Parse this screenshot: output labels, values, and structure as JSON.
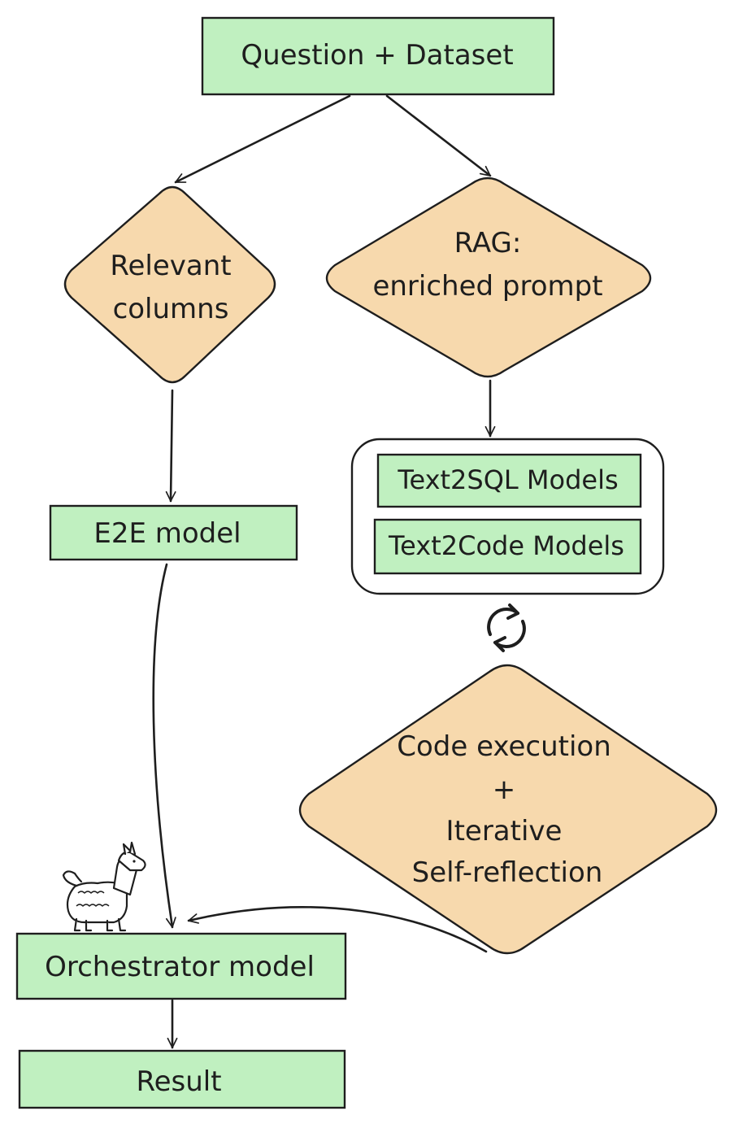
{
  "nodes": {
    "question": {
      "label": "Question + Dataset"
    },
    "relevant_columns": {
      "line1": "Relevant",
      "line2": "columns"
    },
    "rag": {
      "line1": "RAG:",
      "line2": "enriched prompt"
    },
    "e2e": {
      "label": "E2E model"
    },
    "text2sql": {
      "label": "Text2SQL Models"
    },
    "text2code": {
      "label": "Text2Code Models"
    },
    "code_exec": {
      "line1": "Code execution",
      "line2": "+",
      "line3": "Iterative",
      "line4": "Self-reflection"
    },
    "orchestrator": {
      "label": "Orchestrator model"
    },
    "result": {
      "label": "Result"
    }
  },
  "icons": {
    "cycle": "cycle-arrows-icon",
    "llama": "llama-icon"
  },
  "colors": {
    "box_fill": "#c0f0c0",
    "diamond_fill": "#f7d9ad",
    "stroke": "#1e1e1e"
  }
}
